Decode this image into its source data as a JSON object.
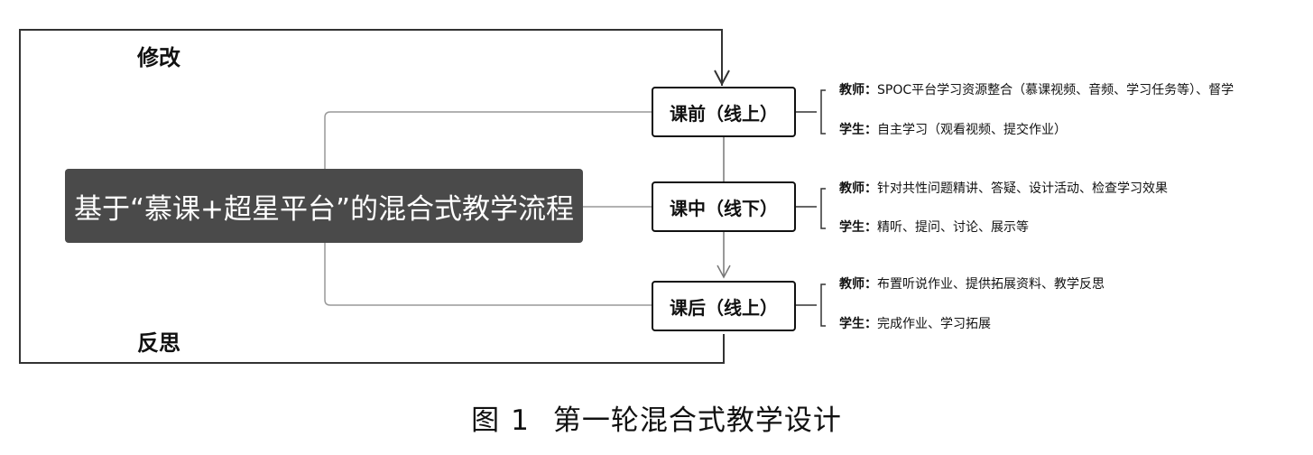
{
  "loop": {
    "top_label": "修改",
    "bottom_label": "反思"
  },
  "central": {
    "label": "基于“慕课+超星平台”的混合式教学流程"
  },
  "stages": [
    {
      "label": "课前（线上）",
      "teacher_role": "教师：",
      "teacher_text": "SPOC平台学习资源整合（慕课视频、音频、学习任务等）、督学",
      "student_role": "学生：",
      "student_text": "自主学习（观看视频、提交作业）"
    },
    {
      "label": "课中（线下）",
      "teacher_role": "教师：",
      "teacher_text": "针对共性问题精讲、答疑、设计活动、检查学习效果",
      "student_role": "学生：",
      "student_text": "精听、提问、讨论、展示等"
    },
    {
      "label": "课后（线上）",
      "teacher_role": "教师：",
      "teacher_text": "布置听说作业、提供拓展资料、教学反思",
      "student_role": "学生：",
      "student_text": "完成作业、学习拓展"
    }
  ],
  "caption": {
    "figure": "图",
    "number": "1",
    "title": "第一轮混合式教学设计"
  }
}
